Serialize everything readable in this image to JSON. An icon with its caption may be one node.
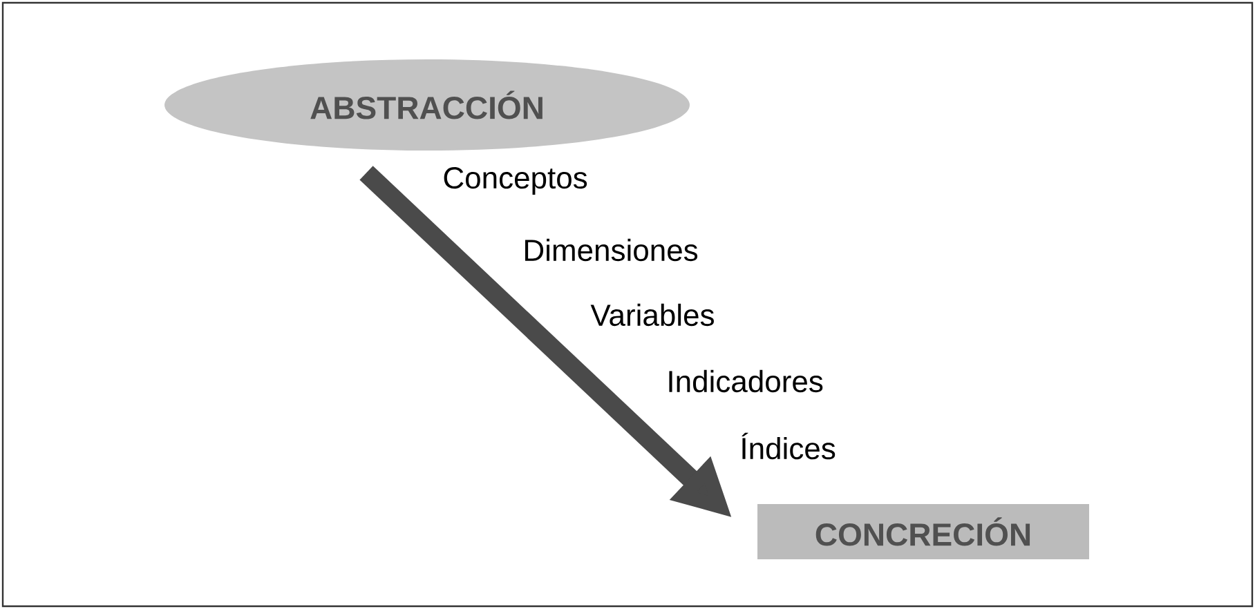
{
  "diagram": {
    "nodes": [
      {
        "text": [
          "ABSTRACCIÓN"
        ]
      },
      {
        "text": [
          "CONCRECIÓN"
        ]
      }
    ],
    "edges": [
      {
        "from": 0,
        "to": 1,
        "arrow": "to"
      }
    ],
    "labels": [
      "Conceptos",
      "Dimensiones",
      "Variables",
      "Indicadores",
      "Índices"
    ]
  }
}
